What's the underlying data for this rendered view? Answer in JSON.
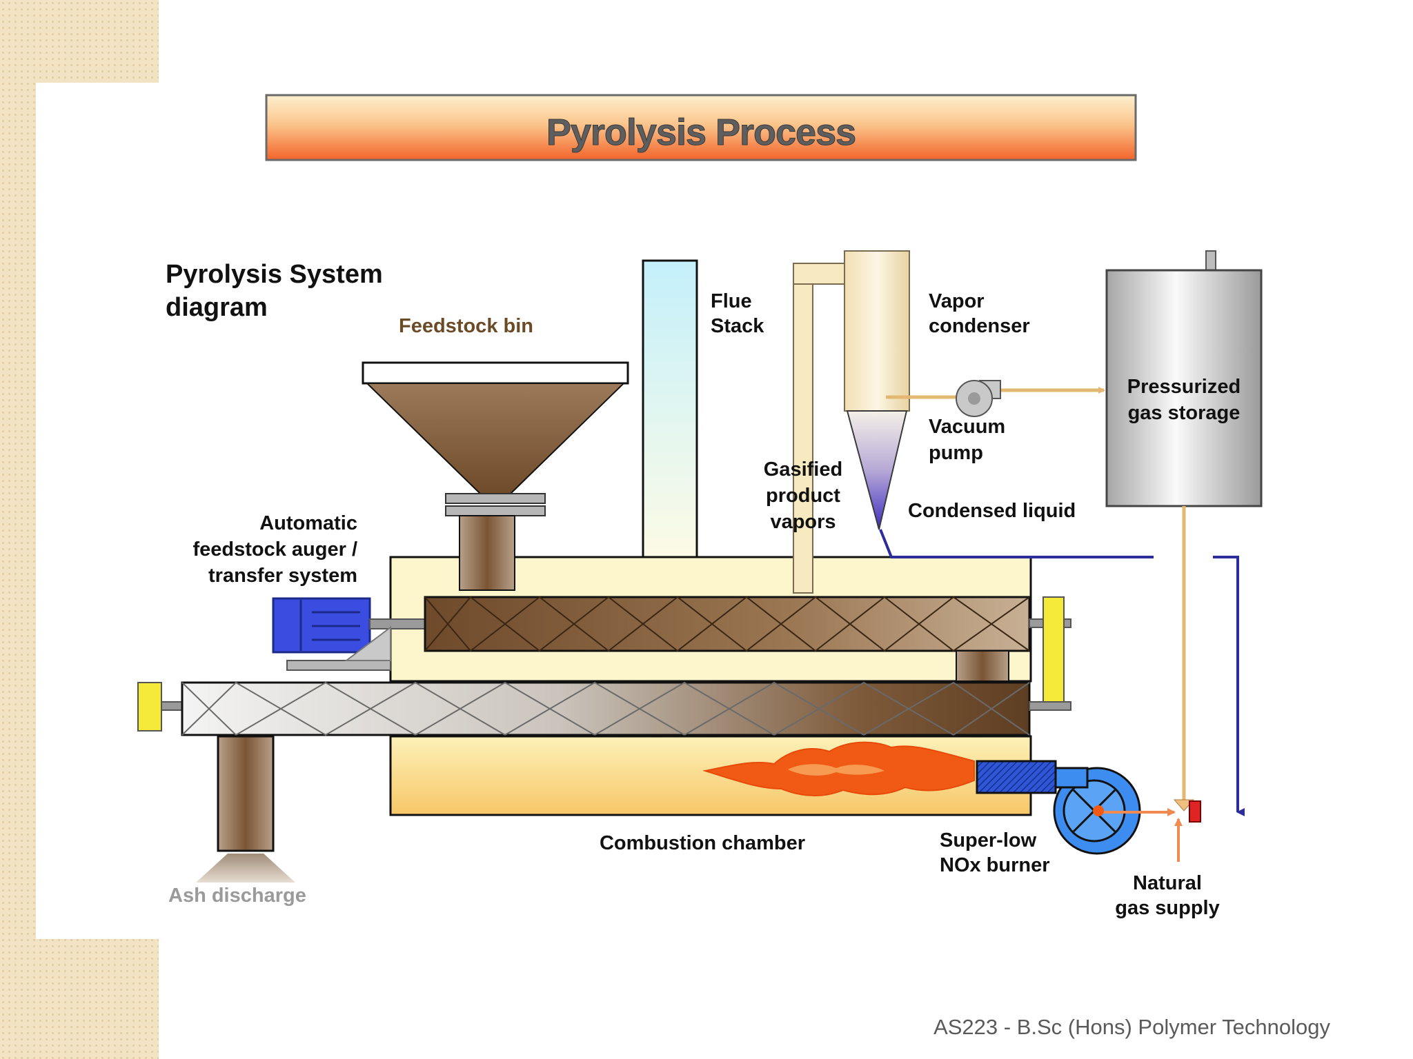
{
  "banner": {
    "title": "Pyrolysis Process"
  },
  "diagram": {
    "heading_line1": "Pyrolysis System",
    "heading_line2": "diagram",
    "labels": {
      "feedstock_bin": "Feedstock  bin",
      "flue_stack_1": "Flue",
      "flue_stack_2": "Stack",
      "vapor_condenser_1": "Vapor",
      "vapor_condenser_2": "condenser",
      "vacuum_pump_1": "Vacuum",
      "vacuum_pump_2": "pump",
      "pressurized_gas_1": "Pressurized",
      "pressurized_gas_2": "gas storage",
      "gasified_1": "Gasified",
      "gasified_2": "product",
      "gasified_3": "vapors",
      "condensed_liquid": "Condensed liquid",
      "auger_1": "Automatic",
      "auger_2": "feedstock auger /",
      "auger_3": "transfer system",
      "combustion_chamber": "Combustion chamber",
      "burner_1": "Super-low",
      "burner_2": "NOx burner",
      "natural_gas_1": "Natural",
      "natural_gas_2": "gas supply",
      "ash_discharge": "Ash discharge"
    },
    "colors": {
      "banner_orange": "#f26a2a",
      "banner_cream": "#fce9c6",
      "chamber_cream": "#fdf6cd",
      "feedstock_brown": "#7a5535",
      "auger_motor_blue": "#3a4de0",
      "liquid_line_blue": "#2c2c9a",
      "gas_line_tan": "#e3b870",
      "flame_orange": "#f05a14",
      "bearing_yellow": "#f5ea3a"
    }
  },
  "footer": {
    "course": "AS223 - B.Sc (Hons) Polymer Technology"
  }
}
